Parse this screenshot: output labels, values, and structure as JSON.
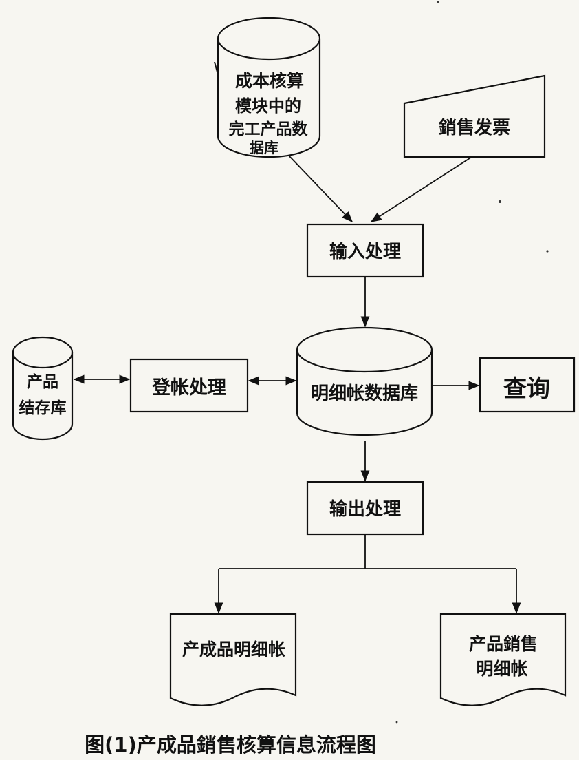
{
  "diagram": {
    "nodes": {
      "cost_db": {
        "lines": [
          "成本核算",
          "模块中的",
          "完工产品数",
          "据库"
        ]
      },
      "sales_invoice": {
        "label": "銷售发票"
      },
      "input_process": {
        "label": "输入处理"
      },
      "product_stock_db": {
        "lines": [
          "产品",
          "结存库"
        ]
      },
      "posting_process": {
        "label": "登帐处理"
      },
      "detail_ledger_db": {
        "label": "明细帐数据库"
      },
      "query": {
        "label": "查询"
      },
      "output_process": {
        "label": "输出处理"
      },
      "finished_goods_ledger": {
        "label": "产成品明细帐"
      },
      "sales_ledger": {
        "lines": [
          "产品銷售",
          "明细帐"
        ]
      }
    },
    "caption": "图(1)产成品銷售核算信息流程图"
  }
}
